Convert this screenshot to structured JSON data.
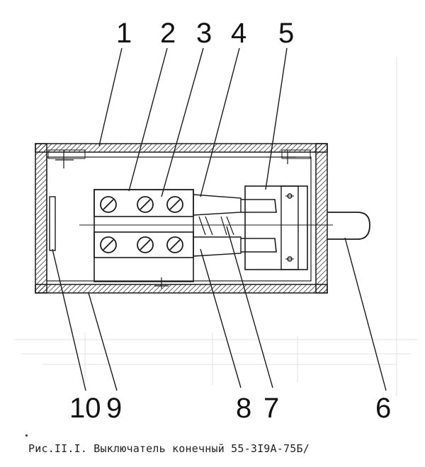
{
  "callouts": {
    "c1": "1",
    "c2": "2",
    "c3": "3",
    "c4": "4",
    "c5": "5",
    "c6": "6",
    "c7": "7",
    "c8": "8",
    "c9": "9",
    "c10": "10"
  },
  "caption": "Рис.II.I.  Выключатель конечный 55-3I9А-75Б/"
}
